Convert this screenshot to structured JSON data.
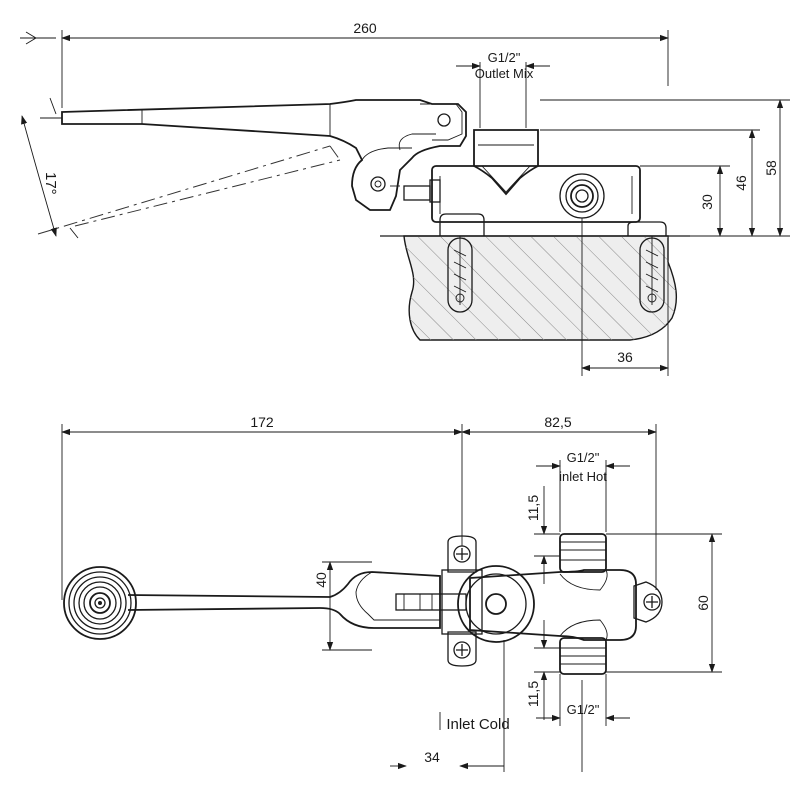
{
  "side_view": {
    "dimensions": {
      "overall_length": "260",
      "total_height": "58",
      "body_height": "46",
      "axis_height": "30",
      "offset_from_wall": "36",
      "angle": "17°"
    },
    "outlet_label": {
      "thread": "G1/2\"",
      "name": "Outlet Mix"
    }
  },
  "top_view": {
    "dimensions": {
      "lever_length": "172",
      "body_length": "82,5",
      "lever_width": "40",
      "inlet_span": "60",
      "hot_offset": "11,5",
      "cold_offset": "11,5",
      "cold_inlet_offset": "34"
    },
    "hot_label": {
      "thread": "G1/2\"",
      "name": "inlet Hot"
    },
    "cold_label": {
      "thread": "G1/2\"",
      "name": "Inlet Cold"
    }
  }
}
